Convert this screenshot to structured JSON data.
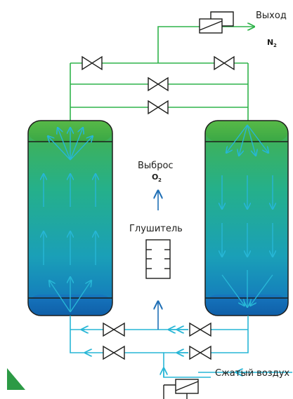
{
  "labels": {
    "outlet": "Выход",
    "nitrogen": "N",
    "nitrogen_sub": "2",
    "exhaust": "Выброс",
    "oxygen": "O",
    "oxygen_sub": "2",
    "silencer": "Глушитель",
    "compressed_air": "Сжатый воздух"
  },
  "colors": {
    "pipe_green": "#2fb34a",
    "flow_cyan": "#27b6d6",
    "arrow_blue": "#1f6fb5",
    "vessel_top": "#3fae49",
    "vessel_bottom": "#1275bb",
    "ink": "#1d1d1b",
    "logo_green": "#2c9a45"
  },
  "icons": [
    "valve-icon",
    "check-valve-icon",
    "silencer-icon",
    "flow-arrow-icon",
    "logo-triangle-icon"
  ]
}
